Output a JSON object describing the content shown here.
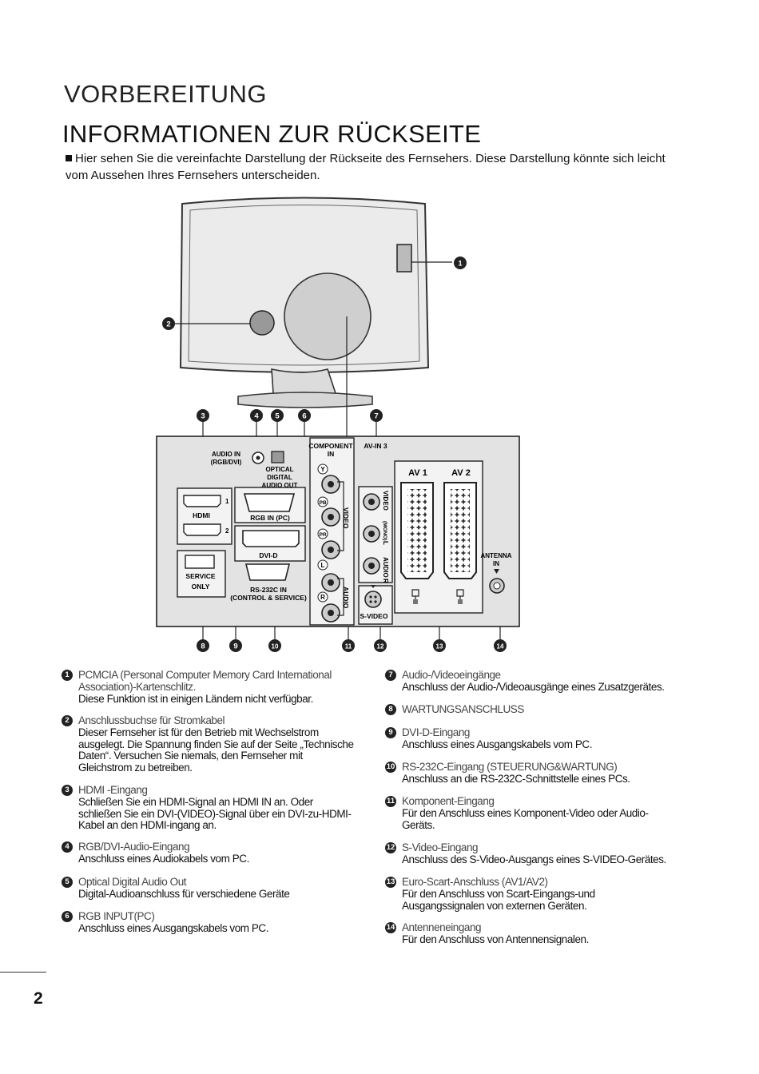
{
  "header": {
    "section": "VORBEREITUNG",
    "title": "INFORMATIONEN ZUR RÜCKSEITE",
    "intro": "Hier sehen Sie die vereinfachte Darstellung der Rückseite des Fernsehers. Diese Darstellung könnte sich leicht vom Aussehen Ihres Fernsehers unterscheiden."
  },
  "panel": {
    "audio_in": [
      "AUDIO IN",
      "(RGB/DVI)"
    ],
    "optical": [
      "OPTICAL",
      "DIGITAL",
      "AUDIO OUT"
    ],
    "component_in": [
      "COMPONENT",
      "IN"
    ],
    "av_in3": "AV-IN 3",
    "hdmi": "HDMI",
    "hdmi_port_1": "1",
    "hdmi_port_2": "2",
    "rgb_in_pc": "RGB IN (PC)",
    "dvi_d": "DVI-D",
    "rs232c": [
      "RS-232C IN",
      "(CONTROL & SERVICE)"
    ],
    "service_only": [
      "SERVICE",
      "ONLY"
    ],
    "comp_y": "Y",
    "comp_pb": "PB",
    "comp_pr": "PR",
    "audio_l": "L",
    "audio_r": "R",
    "video_vertical": "VIDEO",
    "audio_vertical": "AUDIO",
    "av_video": "VIDEO",
    "av_mono": "(MONO)",
    "av_l": "L",
    "av_audio": "AUDIO",
    "av_r": "R",
    "s_video": "S-VIDEO",
    "av1": "AV 1",
    "av2": "AV 2",
    "antenna": [
      "ANTENNA",
      "IN"
    ]
  },
  "callouts": [
    "1",
    "2",
    "3",
    "4",
    "5",
    "6",
    "7",
    "8",
    "9",
    "10",
    "11",
    "12",
    "13",
    "14"
  ],
  "legend": [
    {
      "num": "1",
      "title": "PCMCIA (Personal Computer Memory Card International Association)-Kartenschlitz.",
      "desc": "Diese Funktion ist in einigen Ländern nicht verfügbar."
    },
    {
      "num": "2",
      "title": "Anschlussbuchse für Stromkabel",
      "desc": "Dieser Fernseher ist für den Betrieb mit Wechselstrom ausgelegt. Die Spannung finden Sie auf der Seite „Technische Daten“. Versuchen Sie niemals, den Fernseher mit Gleichstrom zu betreiben."
    },
    {
      "num": "3",
      "title": "HDMI -Eingang",
      "desc": "Schließen Sie ein HDMI-Signal an HDMI IN an. Oder schließen Sie ein DVI-(VIDEO)-Signal über ein DVI-zu-HDMI-Kabel an den HDMI-ingang an."
    },
    {
      "num": "4",
      "title": "RGB/DVI-Audio-Eingang",
      "desc": "Anschluss eines Audiokabels vom PC."
    },
    {
      "num": "5",
      "title": "Optical Digital Audio Out",
      "desc": "Digital-Audioanschluss für verschiedene Geräte"
    },
    {
      "num": "6",
      "title": "RGB INPUT(PC)",
      "desc": "Anschluss eines Ausgangskabels vom PC."
    },
    {
      "num": "7",
      "title": "Audio-/Videoeingänge",
      "desc": "Anschluss der Audio-/Videoausgänge eines Zusatzgerätes."
    },
    {
      "num": "8",
      "title": "WARTUNGSANSCHLUSS",
      "desc": ""
    },
    {
      "num": "9",
      "title": "DVI-D-Eingang",
      "desc": "Anschluss eines Ausgangskabels vom PC."
    },
    {
      "num": "10",
      "title": "RS-232C-Eingang (STEUERUNG&WARTUNG)",
      "desc": "Anschluss an die RS-232C-Schnittstelle eines PCs."
    },
    {
      "num": "11",
      "title": "Komponent-Eingang",
      "desc": "Für den Anschluss eines Komponent-Video oder Audio-Geräts."
    },
    {
      "num": "12",
      "title": "S-Video-Eingang",
      "desc": "Anschluss des S-Video-Ausgangs eines S-VIDEO-Gerätes."
    },
    {
      "num": "13",
      "title": "Euro-Scart-Anschluss (AV1/AV2)",
      "desc": "Für den Anschluss von Scart-Eingangs-und Ausgangssignalen von externen Geräten."
    },
    {
      "num": "14",
      "title": "Antenneneingang",
      "desc": "Für den Anschluss von Antennensignalen."
    }
  ],
  "footer": {
    "page_number": "2"
  }
}
